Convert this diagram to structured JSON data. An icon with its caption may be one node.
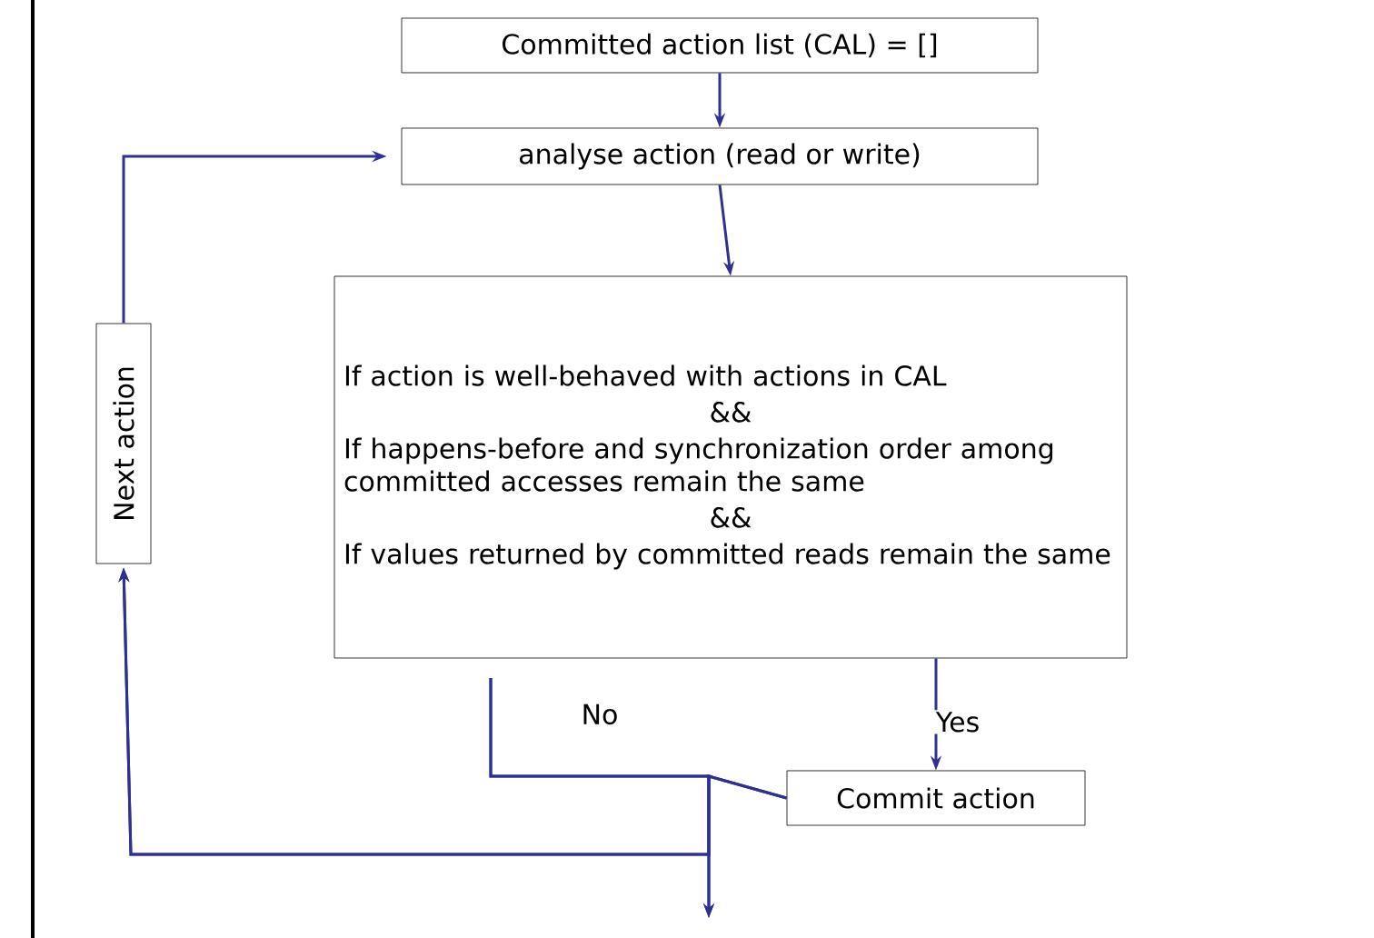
{
  "diagram": {
    "nodes": [
      {
        "text": [
          "Committed action list (CAL) =  []"
        ]
      },
      {
        "text": [
          "analyse action (read or write)"
        ]
      },
      {
        "text": [
          "If action is well-behaved with actions in CAL",
          "&&",
          "If happens-before and synchronization order among committed accesses remain the same",
          "&&",
          "If values returned by committed reads remain the same"
        ]
      },
      {
        "text": [
          "Commit action"
        ]
      },
      {
        "text": [
          "Next action"
        ]
      }
    ],
    "edges": [
      {
        "from": 0,
        "to": 1,
        "arrow": "to"
      },
      {
        "from": 1,
        "to": 2,
        "arrow": "to"
      },
      {
        "from": 2,
        "to": 3,
        "arrow": "to",
        "label": "Yes"
      },
      {
        "from": 2,
        "to": 4,
        "arrow": "to",
        "label": "No"
      },
      {
        "from": 3,
        "to": 4,
        "arrow": "to"
      },
      {
        "from": 2,
        "to": null,
        "arrow": "to"
      },
      {
        "from": 3,
        "to": null,
        "arrow": "to"
      },
      {
        "from": 4,
        "to": 1,
        "arrow": "to"
      }
    ]
  }
}
